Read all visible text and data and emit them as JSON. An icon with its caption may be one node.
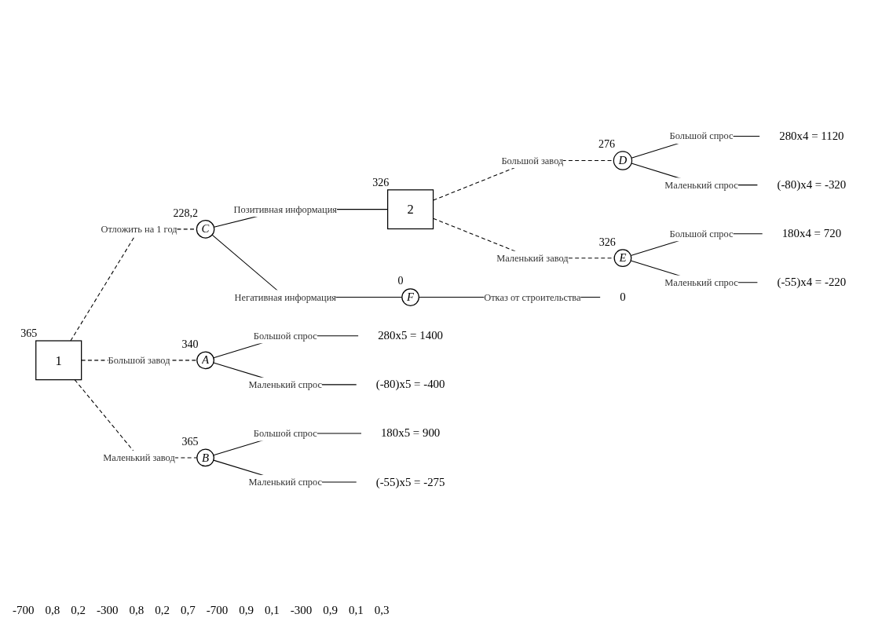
{
  "diagram": {
    "nodes": [
      {
        "text": [
          "1"
        ],
        "beside": [
          "365"
        ]
      },
      {
        "text": [
          "A"
        ],
        "beside": [
          "340"
        ]
      },
      {
        "text": [
          "B"
        ],
        "beside": [
          "365"
        ]
      },
      {
        "text": [
          "C"
        ],
        "beside": [
          "228,2"
        ]
      },
      {
        "text": [
          "2"
        ],
        "beside": [
          "326"
        ]
      },
      {
        "text": [
          "D"
        ],
        "beside": [
          "276"
        ]
      },
      {
        "text": [
          "E"
        ],
        "beside": [
          "326"
        ]
      },
      {
        "text": [
          "F"
        ],
        "beside": [
          "0"
        ]
      },
      {
        "text": [
          "280x5 = 1400"
        ]
      },
      {
        "text": [
          "(-80)x5 = -400"
        ]
      },
      {
        "text": [
          "180x5 = 900"
        ]
      },
      {
        "text": [
          "(-55)x5 = -275"
        ]
      },
      {
        "text": [
          "280x4 = 1120"
        ]
      },
      {
        "text": [
          "(-80)x4 = -320"
        ]
      },
      {
        "text": [
          "180x4 = 720"
        ]
      },
      {
        "text": [
          "(-55)x4 = -220"
        ]
      },
      {
        "text": [
          "0"
        ]
      }
    ],
    "edges": [
      {
        "from": 0,
        "to": 1,
        "arrow": "none",
        "label": "Большой завод",
        "style": "dashed"
      },
      {
        "from": 0,
        "to": 2,
        "arrow": "none",
        "label": "Маленький завод",
        "style": "dashed"
      },
      {
        "from": 0,
        "to": 3,
        "arrow": "none",
        "label": "Отложить на 1 год",
        "style": "dashed"
      },
      {
        "from": 1,
        "to": 8,
        "arrow": "none",
        "label": "Большой спрос"
      },
      {
        "from": 1,
        "to": 9,
        "arrow": "none",
        "label": "Маленький спрос"
      },
      {
        "from": 2,
        "to": 10,
        "arrow": "none",
        "label": "Большой спрос"
      },
      {
        "from": 2,
        "to": 11,
        "arrow": "none",
        "label": "Маленький спрос"
      },
      {
        "from": 3,
        "to": 4,
        "arrow": "none",
        "label": "Позитивная информация"
      },
      {
        "from": 3,
        "to": 7,
        "arrow": "none",
        "label": "Негативная информация"
      },
      {
        "from": 4,
        "to": 5,
        "arrow": "none",
        "label": "Большой завод",
        "style": "dashed"
      },
      {
        "from": 4,
        "to": 6,
        "arrow": "none",
        "label": "Маленький завод",
        "style": "dashed"
      },
      {
        "from": 5,
        "to": 12,
        "arrow": "none",
        "label": "Большой спрос"
      },
      {
        "from": 5,
        "to": 13,
        "arrow": "none",
        "label": "Маленький спрос"
      },
      {
        "from": 6,
        "to": 14,
        "arrow": "none",
        "label": "Большой спрос"
      },
      {
        "from": 6,
        "to": 15,
        "arrow": "none",
        "label": "Маленький спрос"
      },
      {
        "from": 7,
        "to": 16,
        "arrow": "none",
        "label": "Отказ от строительства"
      }
    ],
    "labels": [
      "-700",
      "0,8",
      "0,2",
      "-300",
      "0,8",
      "0,2",
      "0,7",
      "-700",
      "0,9",
      "0,1",
      "-300",
      "0,9",
      "0,1",
      "0,3"
    ]
  }
}
